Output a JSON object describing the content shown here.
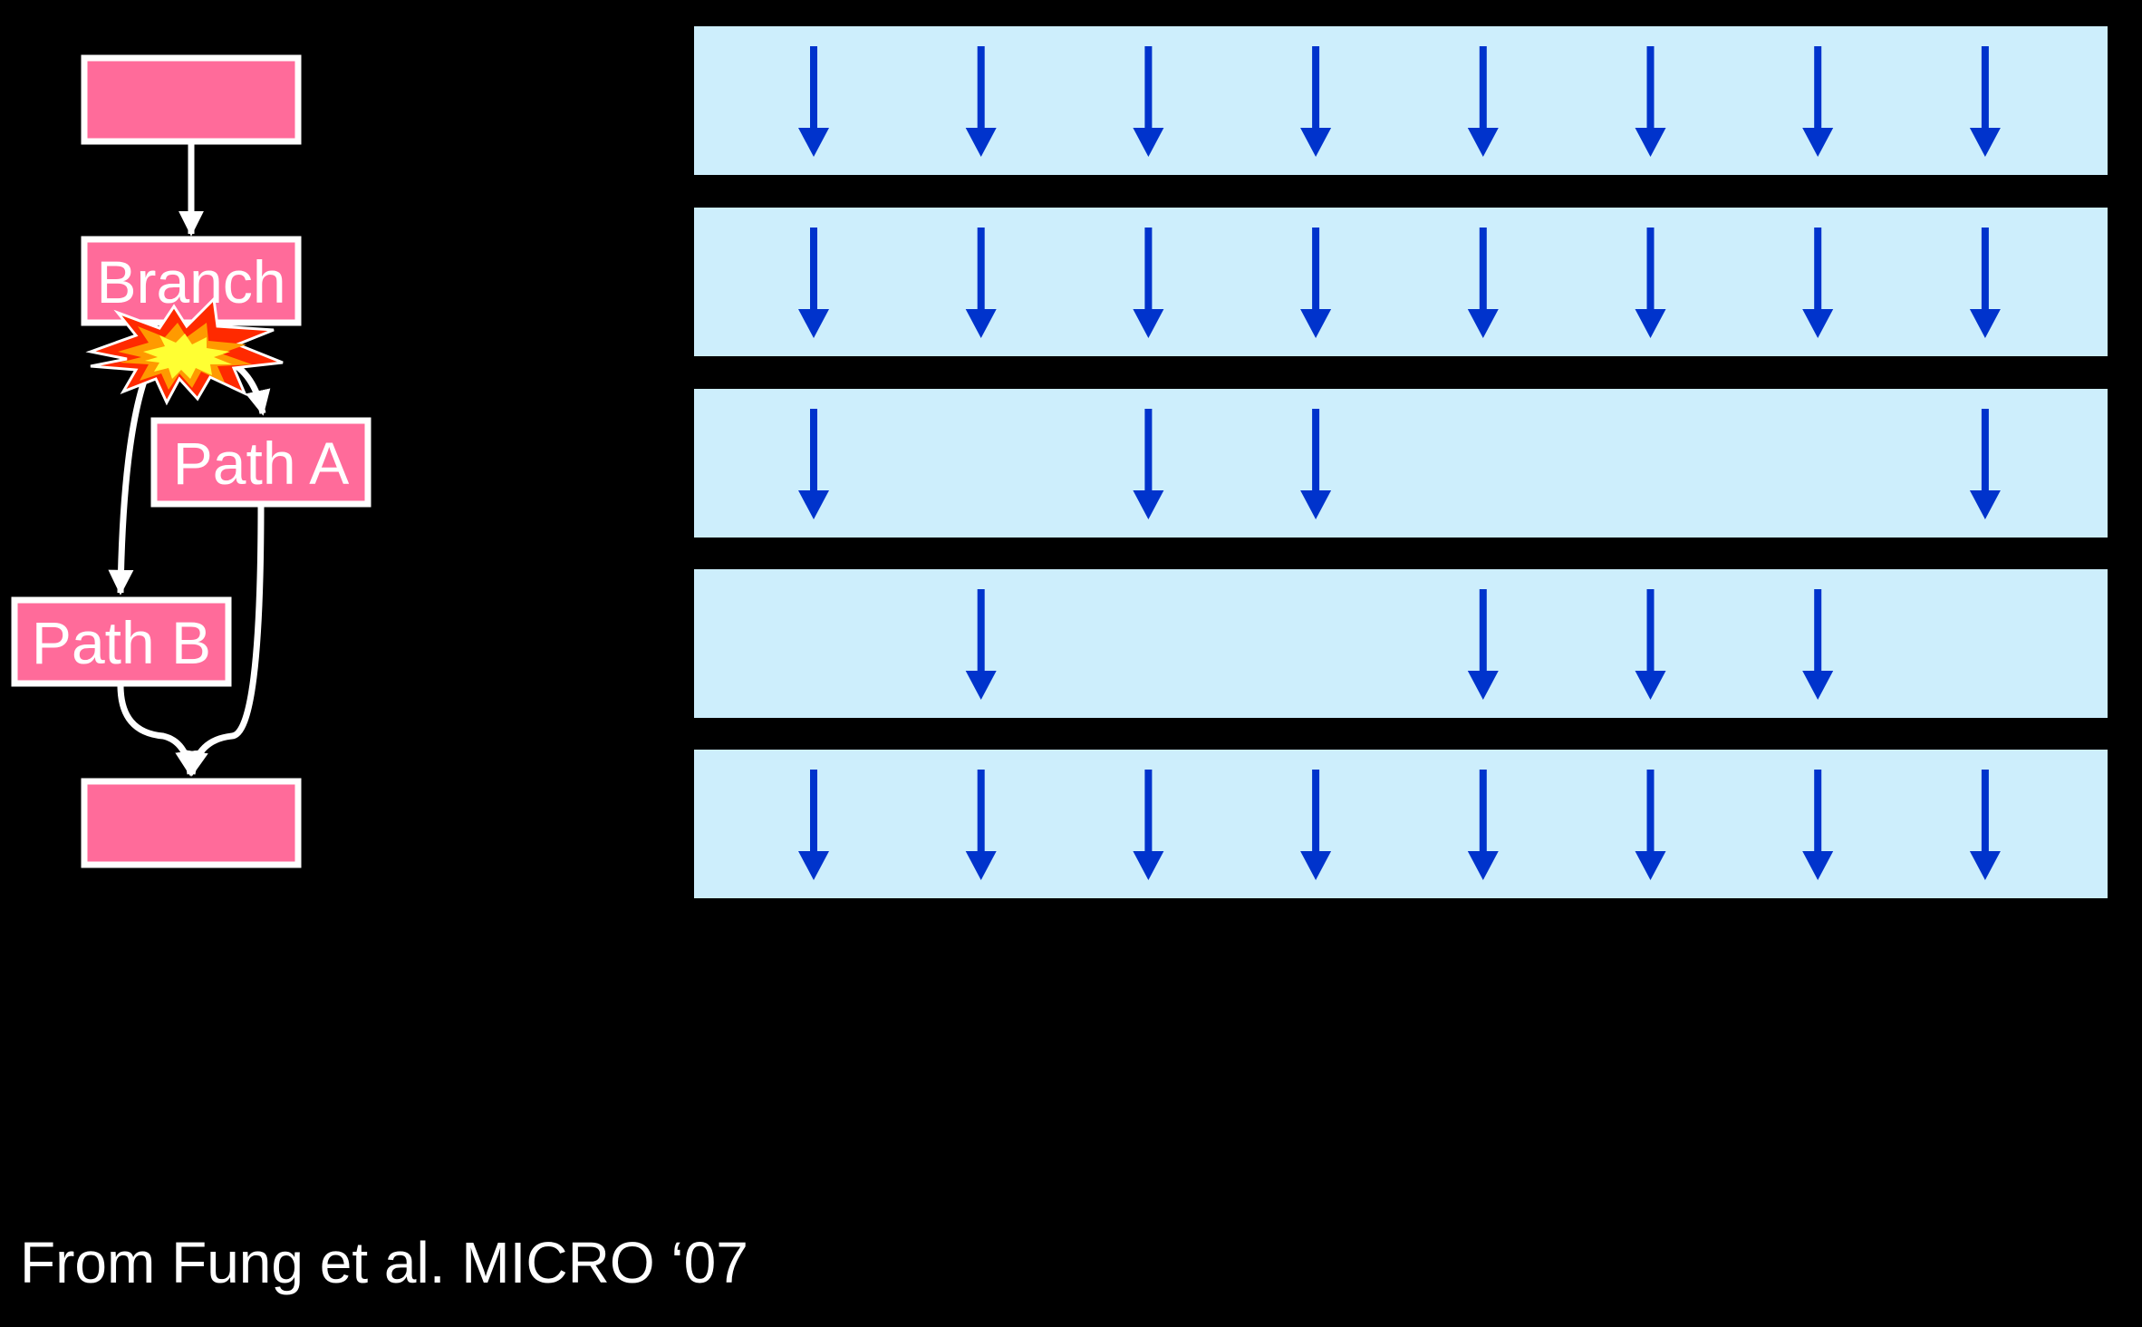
{
  "colors": {
    "background": "#000000",
    "node_fill": "#ff6b9a",
    "node_border": "#ffffff",
    "edge": "#ffffff",
    "lane_fill": "#cdeefc",
    "thread_arrow": "#0033cc",
    "burst_outer": "#ff2a00",
    "burst_mid": "#ff9a00",
    "burst_inner": "#ffff33"
  },
  "flow": {
    "top_block": {
      "label": ""
    },
    "branch": {
      "label": "Branch",
      "icon": "explosion-icon"
    },
    "path_a": {
      "label": "Path A"
    },
    "path_b": {
      "label": "Path B"
    },
    "merge_block": {
      "label": ""
    }
  },
  "warp_lanes": [
    {
      "active_threads": [
        true,
        true,
        true,
        true,
        true,
        true,
        true,
        true
      ]
    },
    {
      "active_threads": [
        true,
        true,
        true,
        true,
        true,
        true,
        true,
        true
      ]
    },
    {
      "active_threads": [
        true,
        false,
        true,
        true,
        false,
        false,
        false,
        true
      ]
    },
    {
      "active_threads": [
        false,
        true,
        false,
        false,
        true,
        true,
        true,
        false
      ]
    },
    {
      "active_threads": [
        true,
        true,
        true,
        true,
        true,
        true,
        true,
        true
      ]
    }
  ],
  "citation": "From Fung et al. MICRO ‘07"
}
